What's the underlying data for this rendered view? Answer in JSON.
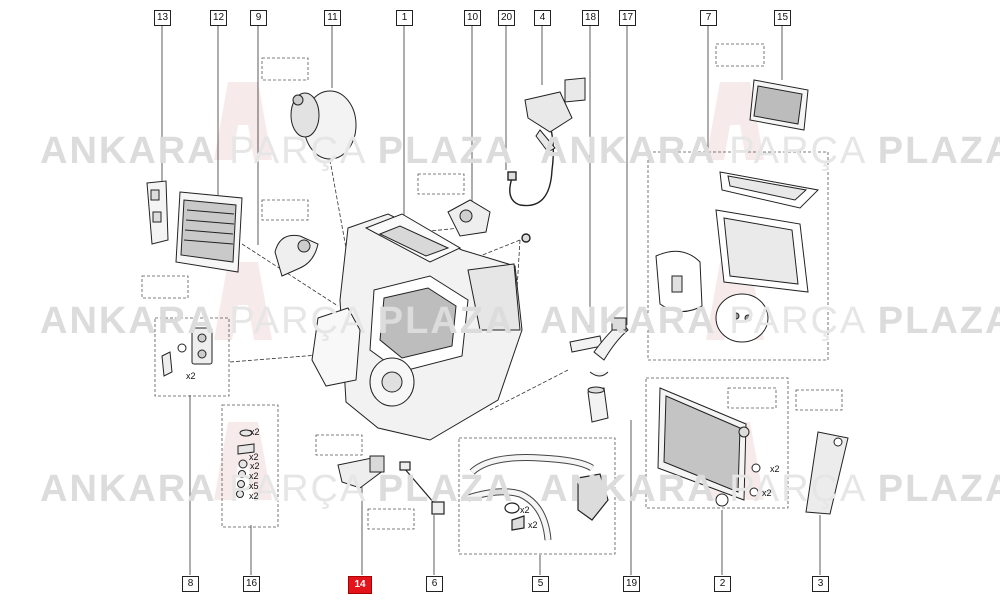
{
  "watermark": {
    "brand_bold": "ANKARA",
    "brand_thin": "PARÇA",
    "brand_bold2": "PLAZA"
  },
  "callouts": [
    {
      "label": "13"
    },
    {
      "label": "12"
    },
    {
      "label": "9"
    },
    {
      "label": "11"
    },
    {
      "label": "1"
    },
    {
      "label": "10"
    },
    {
      "label": "20"
    },
    {
      "label": "4"
    },
    {
      "label": "18"
    },
    {
      "label": "17"
    },
    {
      "label": "7"
    },
    {
      "label": "15"
    },
    {
      "label": "8"
    },
    {
      "label": "16"
    },
    {
      "label": "14"
    },
    {
      "label": "6"
    },
    {
      "label": "5"
    },
    {
      "label": "19"
    },
    {
      "label": "2"
    },
    {
      "label": "3"
    }
  ],
  "selected_callout": "14",
  "highlight_color": "#e3151a",
  "quantities": {
    "q_x2": "x2",
    "q_x5": "x5"
  }
}
